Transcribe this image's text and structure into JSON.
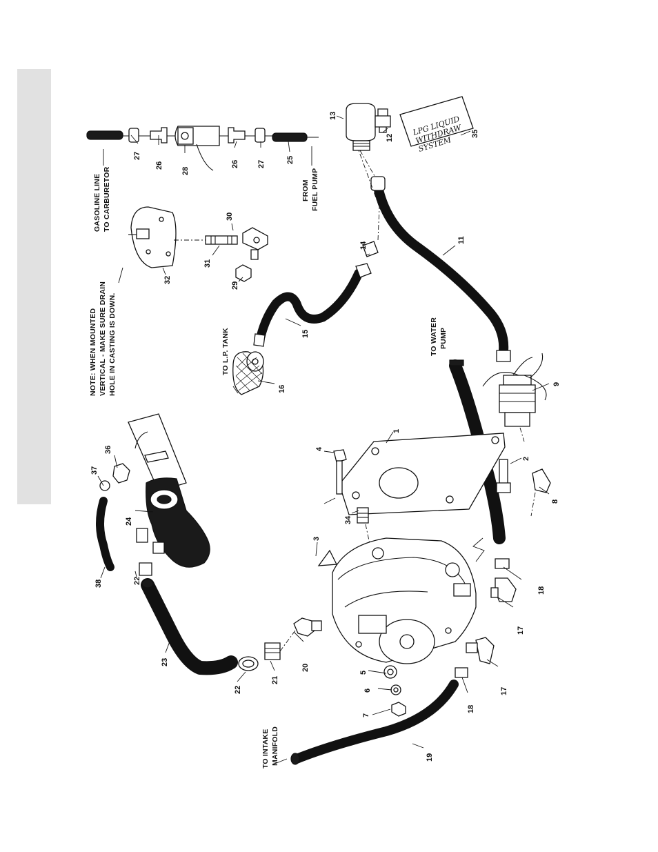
{
  "labels": {
    "note": [
      "NOTE: WHEN MOUNTED",
      "VERTICAL - MAKE SURE DRAIN",
      "HOLE IN CASTING IS DOWN."
    ],
    "gasoline_line": [
      "GASOLINE LINE",
      "TO CARBURETOR"
    ],
    "from_fuel_pump": [
      "FROM",
      "FUEL PUMP"
    ],
    "to_lp_tank": [
      "TO L.P. TANK"
    ],
    "to_water_pump": [
      "TO WATER",
      "PUMP"
    ],
    "to_intake_manifold": [
      "TO INTAKE",
      "MANIFOLD"
    ]
  },
  "decal_text": [
    "LPG LIQUID",
    "WITHDRAW",
    "SYSTEM"
  ],
  "part_numbers": {
    "p1": "1",
    "p2": "2",
    "p3": "3",
    "p4": "4",
    "p5": "5",
    "p6": "6",
    "p7": "7",
    "p8": "8",
    "p9": "9",
    "p11": "11",
    "p12": "12",
    "p13": "13",
    "p14": "14",
    "p15": "15",
    "p16": "16",
    "p17a": "17",
    "p17b": "17",
    "p18a": "18",
    "p18b": "18",
    "p19": "19",
    "p20": "20",
    "p21": "21",
    "p22a": "22",
    "p22b": "22",
    "p23": "23",
    "p24": "24",
    "p25": "25",
    "p26a": "26",
    "p26b": "26",
    "p27a": "27",
    "p27b": "27",
    "p28": "28",
    "p29": "29",
    "p30": "30",
    "p31": "31",
    "p32": "32",
    "p34": "34",
    "p35": "35",
    "p36": "36",
    "p37": "37",
    "p38": "38"
  }
}
